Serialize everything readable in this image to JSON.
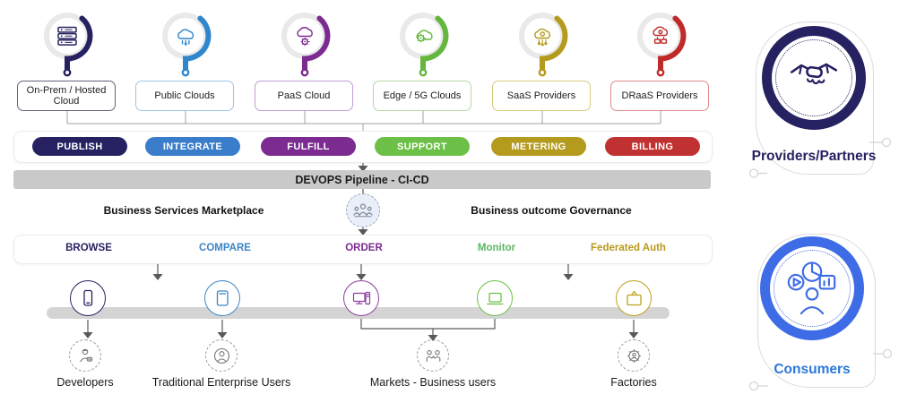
{
  "providers_row": {
    "items": [
      {
        "label": "On-Prem / Hosted Cloud",
        "icon": "server-stack-icon",
        "color": "#262262",
        "box_border": "#63637a"
      },
      {
        "label": "Public Clouds",
        "icon": "cloud-download-icon",
        "color": "#2f86cd",
        "box_border": "#9fc5e8"
      },
      {
        "label": "PaaS Cloud",
        "icon": "cloud-gear-icon",
        "color": "#7c2b90",
        "box_border": "#c49bd3"
      },
      {
        "label": "Edge / 5G Clouds",
        "icon": "gear-cloud-icon",
        "color": "#64b63c",
        "box_border": "#b6d7a8"
      },
      {
        "label": "SaaS Providers",
        "icon": "cloud-circuit-icon",
        "color": "#b49b1e",
        "box_border": "#d8ca7a"
      },
      {
        "label": "DRaaS Providers",
        "icon": "cloud-screens-icon",
        "color": "#bf2a2a",
        "box_border": "#dd8b8b"
      }
    ]
  },
  "lifecycle_row": {
    "items": [
      {
        "label": "PUBLISH",
        "color": "#262262"
      },
      {
        "label": "INTEGRATE",
        "color": "#3a7dca"
      },
      {
        "label": "FULFILL",
        "color": "#7c2b90"
      },
      {
        "label": "SUPPORT",
        "color": "#6cbf47"
      },
      {
        "label": "METERING",
        "color": "#b49b1e"
      },
      {
        "label": "BILLING",
        "color": "#c03231"
      }
    ]
  },
  "pipeline_bar": {
    "label": "DEVOPS Pipeline - CI-CD",
    "background": "#c9c9c9"
  },
  "section_titles": {
    "marketplace": "Business Services Marketplace",
    "governance": "Business outcome Governance"
  },
  "marketplace_hub": {
    "icon": "people-group-icon"
  },
  "actions_row": {
    "items": [
      {
        "label": "BROWSE",
        "color": "#262262"
      },
      {
        "label": "COMPARE",
        "color": "#3c85c8"
      },
      {
        "label": "ORDER",
        "color": "#7c2b90"
      },
      {
        "label": "Monitor",
        "color": "#5cb564"
      },
      {
        "label": "Federated Auth",
        "color": "#b8991c"
      }
    ]
  },
  "channels_row": {
    "items": [
      {
        "icon": "smartphone-icon",
        "color": "#262262"
      },
      {
        "icon": "tablet-icon",
        "color": "#3d85c6"
      },
      {
        "icon": "desktop-computer-icon",
        "color": "#8a3fa0"
      },
      {
        "icon": "laptop-icon",
        "color": "#6cbf47"
      },
      {
        "icon": "tv-icon",
        "color": "#bfa11c"
      }
    ]
  },
  "users_row": {
    "items": [
      {
        "label": "Developers",
        "icon": "developer-icon"
      },
      {
        "label": "Traditional Enterprise Users",
        "icon": "person-icon"
      },
      {
        "label": "Markets - Business users",
        "icon": "people-pair-icon"
      },
      {
        "label": "Factories",
        "icon": "gear-person-icon"
      }
    ]
  },
  "badges": {
    "providers": {
      "label": "Providers/Partners",
      "icon": "handshake-icon",
      "ring_color": "#262262",
      "text_color": "#262262"
    },
    "consumers": {
      "label": "Consumers",
      "icon": "media-analytics-person-icon",
      "ring_color": "#3e6ce6",
      "text_color": "#2a78d8"
    }
  }
}
